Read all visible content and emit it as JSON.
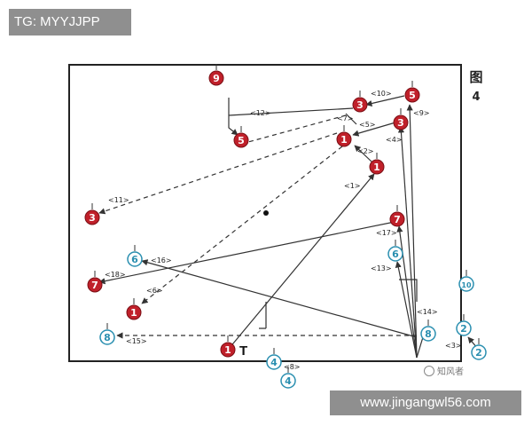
{
  "overlays": {
    "tg_label": "TG: MYYJJPP",
    "site_label": "www.jingangwl56.com",
    "watermark": "知风者"
  },
  "figure": {
    "title_char": "图",
    "title_num": "4"
  },
  "colors": {
    "red": "#c0202a",
    "blue_fill": "#ffffff",
    "blue_stroke": "#2a8fb0",
    "blue_text": "#2a8fb0",
    "line": "#333333",
    "frame": "#222222"
  },
  "markers": [
    {
      "id": "m9",
      "label": "9",
      "team": "red"
    },
    {
      "id": "m3a",
      "label": "3",
      "team": "red"
    },
    {
      "id": "m5a",
      "label": "5",
      "team": "red"
    },
    {
      "id": "m3b",
      "label": "3",
      "team": "red"
    },
    {
      "id": "m5b",
      "label": "5",
      "team": "red"
    },
    {
      "id": "m1a",
      "label": "1",
      "team": "red"
    },
    {
      "id": "m1b",
      "label": "1",
      "team": "red"
    },
    {
      "id": "m3c",
      "label": "3",
      "team": "red"
    },
    {
      "id": "m7a",
      "label": "7",
      "team": "red"
    },
    {
      "id": "m7b",
      "label": "7",
      "team": "red"
    },
    {
      "id": "m1c",
      "label": "1",
      "team": "red"
    },
    {
      "id": "m1d",
      "label": "1",
      "team": "red"
    },
    {
      "id": "m6a",
      "label": "6",
      "team": "blue"
    },
    {
      "id": "m6b",
      "label": "6",
      "team": "blue"
    },
    {
      "id": "m10",
      "label": "10",
      "team": "blue"
    },
    {
      "id": "m8a",
      "label": "8",
      "team": "blue"
    },
    {
      "id": "m8b",
      "label": "8",
      "team": "blue"
    },
    {
      "id": "m2a",
      "label": "2",
      "team": "blue"
    },
    {
      "id": "m2b",
      "label": "2",
      "team": "blue"
    },
    {
      "id": "m4a",
      "label": "4",
      "team": "blue"
    },
    {
      "id": "m4b",
      "label": "4",
      "team": "blue"
    }
  ],
  "step_labels": [
    "<1>",
    "<2>",
    "<3>",
    "<4>",
    "<5>",
    "<6>",
    "<7>",
    "<8>",
    "<9>",
    "<10>",
    "<11>",
    "<12>",
    "<13>",
    "<14>",
    "<15>",
    "<16>",
    "<17>",
    "<18>"
  ],
  "coach_mark": "T"
}
